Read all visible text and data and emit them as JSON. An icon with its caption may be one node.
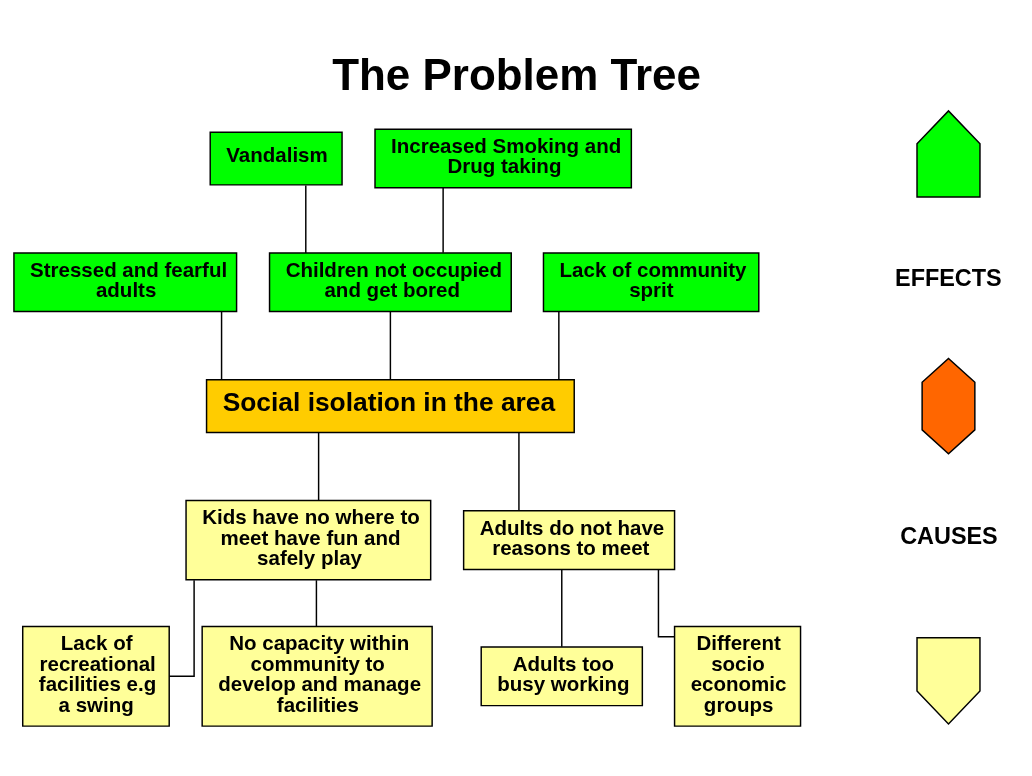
{
  "diagram": {
    "title": "The Problem Tree",
    "nodes": [
      {
        "text": [
          "Vandalism"
        ]
      },
      {
        "text": [
          "Increased Smoking and Drug taking"
        ]
      },
      {
        "text": [
          "Stressed and fearful adults"
        ]
      },
      {
        "text": [
          "Children not occupied and get bored"
        ]
      },
      {
        "text": [
          "Lack of community sprit"
        ]
      },
      {
        "text": [
          "Social isolation in the area"
        ]
      },
      {
        "text": [
          "Kids have no where to meet have fun and safely play"
        ]
      },
      {
        "text": [
          "Adults do not have reasons to meet"
        ]
      },
      {
        "text": [
          "Lack of recreational facilities e.g a swing"
        ]
      },
      {
        "text": [
          "No capacity within community to develop and manage facilities"
        ]
      },
      {
        "text": [
          "Adults too busy working"
        ]
      },
      {
        "text": [
          "Different socio economic groups"
        ]
      },
      {
        "text": [],
        "shape": "arrow"
      },
      {
        "text": [],
        "shape": "arrow"
      },
      {
        "text": [],
        "shape": "arrow"
      }
    ],
    "edges": [
      {
        "from": 0,
        "to": 3,
        "arrow": "none"
      },
      {
        "from": 1,
        "to": 3,
        "arrow": "none"
      },
      {
        "from": 2,
        "to": 5,
        "arrow": "none"
      },
      {
        "from": 3,
        "to": 5,
        "arrow": "none"
      },
      {
        "from": 4,
        "to": 5,
        "arrow": "none"
      },
      {
        "from": 5,
        "to": 6,
        "arrow": "none"
      },
      {
        "from": 5,
        "to": 7,
        "arrow": "none"
      },
      {
        "from": 6,
        "to": 8,
        "arrow": "none"
      },
      {
        "from": 6,
        "to": 9,
        "arrow": "none"
      },
      {
        "from": 7,
        "to": 10,
        "arrow": "none"
      },
      {
        "from": 7,
        "to": 11,
        "arrow": "none"
      }
    ],
    "labels": [
      "EFFECTS",
      "CAUSES"
    ]
  }
}
